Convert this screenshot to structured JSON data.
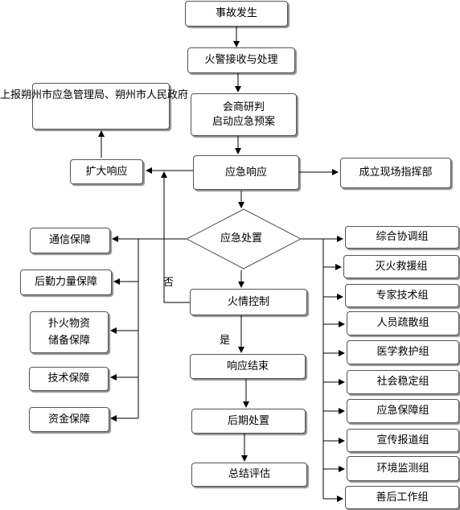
{
  "main_flow": {
    "incident": "事故发生",
    "alarm": "火警接收与处理",
    "research_line1": "会商研判",
    "research_line2": "启动应急预案",
    "response": "应急响应",
    "disposal": "应急处置",
    "fire_control": "火情控制",
    "end_response": "响应结束",
    "post_disposal": "后期处置",
    "summary": "总结评估"
  },
  "side": {
    "report": "上报朔州市应急管理局、朔州市人民政府",
    "expand": "扩大响应",
    "command": "成立现场指挥部"
  },
  "labels": {
    "no": "否",
    "yes": "是"
  },
  "guarantees": [
    "通信保障",
    "后勤力量保障",
    "扑火物资储备保障",
    "技术保障",
    "资金保障"
  ],
  "groups": [
    "综合协调组",
    "灭火救援组",
    "专家技术组",
    "人员疏散组",
    "医学救护组",
    "社会稳定组",
    "应急保障组",
    "宣传报道组",
    "环境监测组",
    "善后工作组"
  ]
}
